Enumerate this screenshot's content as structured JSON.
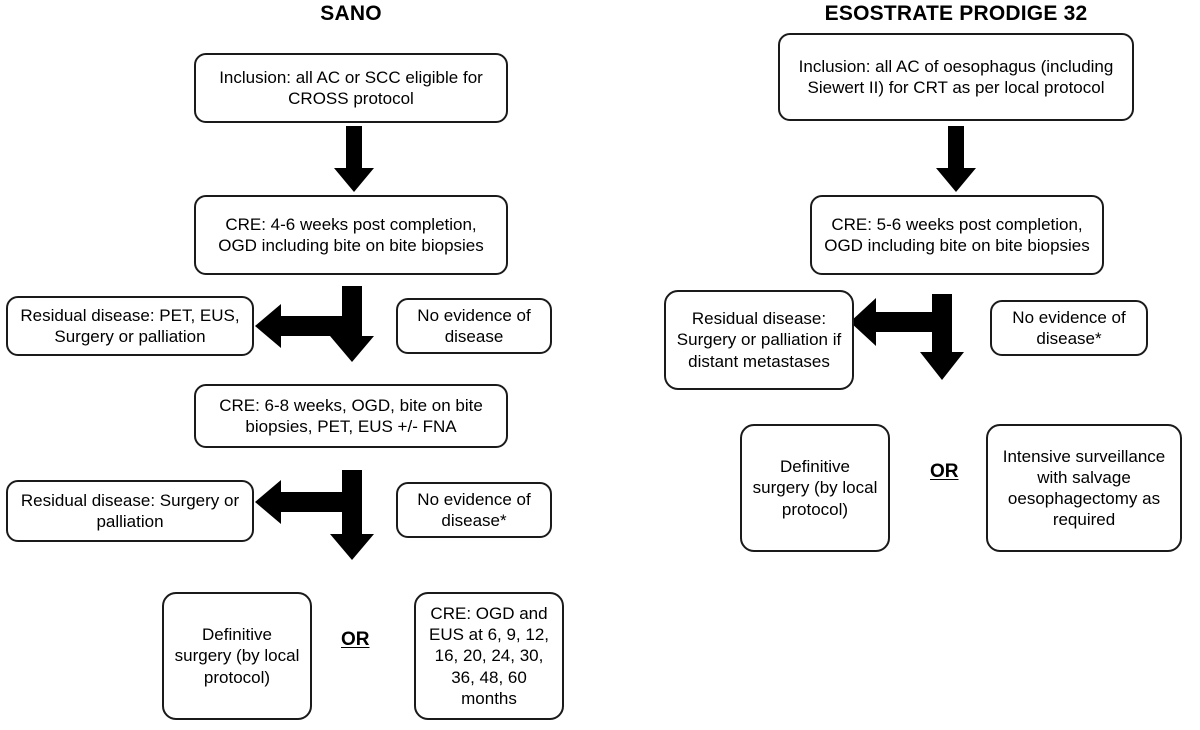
{
  "diagram": {
    "type": "flowchart",
    "background": "#ffffff",
    "ink": "#000000",
    "columns": [
      {
        "id": "sano",
        "title": "SANO",
        "nodes": [
          {
            "id": "sano-inclusion",
            "text": "Inclusion: all AC or SCC eligible for CROSS protocol"
          },
          {
            "id": "sano-cre1",
            "text": "CRE: 4-6 weeks post completion, OGD including bite on bite biopsies"
          },
          {
            "id": "sano-residual1",
            "text": "Residual disease: PET, EUS, Surgery or palliation"
          },
          {
            "id": "sano-noevidence1",
            "text": "No evidence of disease"
          },
          {
            "id": "sano-cre2",
            "text": "CRE: 6-8 weeks, OGD, bite on bite biopsies, PET, EUS +/- FNA"
          },
          {
            "id": "sano-residual2",
            "text": "Residual disease: Surgery or palliation"
          },
          {
            "id": "sano-noevidence2",
            "text": "No evidence of disease*"
          },
          {
            "id": "sano-surgery",
            "text": "Definitive surgery (by local protocol)"
          },
          {
            "id": "sano-surveillance",
            "text": "CRE: OGD and EUS at 6, 9, 12, 16, 20, 24, 30, 36, 48, 60 months"
          }
        ],
        "or_label": "OR"
      },
      {
        "id": "esostrate",
        "title": "ESOSTRATE PRODIGE 32",
        "nodes": [
          {
            "id": "eso-inclusion",
            "text": "Inclusion: all AC of oesophagus (including Siewert II) for CRT as per local protocol"
          },
          {
            "id": "eso-cre1",
            "text": "CRE: 5-6 weeks post completion, OGD including bite on bite biopsies"
          },
          {
            "id": "eso-residual",
            "text": "Residual disease: Surgery or palliation if distant metastases"
          },
          {
            "id": "eso-noevidence",
            "text": "No evidence of disease*"
          },
          {
            "id": "eso-surgery",
            "text": "Definitive surgery (by local protocol)"
          },
          {
            "id": "eso-surveillance",
            "text": "Intensive surveillance with salvage oesophagectomy as required"
          }
        ],
        "or_label": "OR"
      }
    ],
    "connectors": [
      {
        "id": "sano-arrow-down-1",
        "kind": "arrow-down"
      },
      {
        "id": "sano-junction-1",
        "kind": "arrow-tee-left-down"
      },
      {
        "id": "sano-junction-2",
        "kind": "arrow-tee-left-down"
      },
      {
        "id": "eso-arrow-down-1",
        "kind": "arrow-down"
      },
      {
        "id": "eso-junction-1",
        "kind": "arrow-tee-left-down"
      }
    ]
  }
}
